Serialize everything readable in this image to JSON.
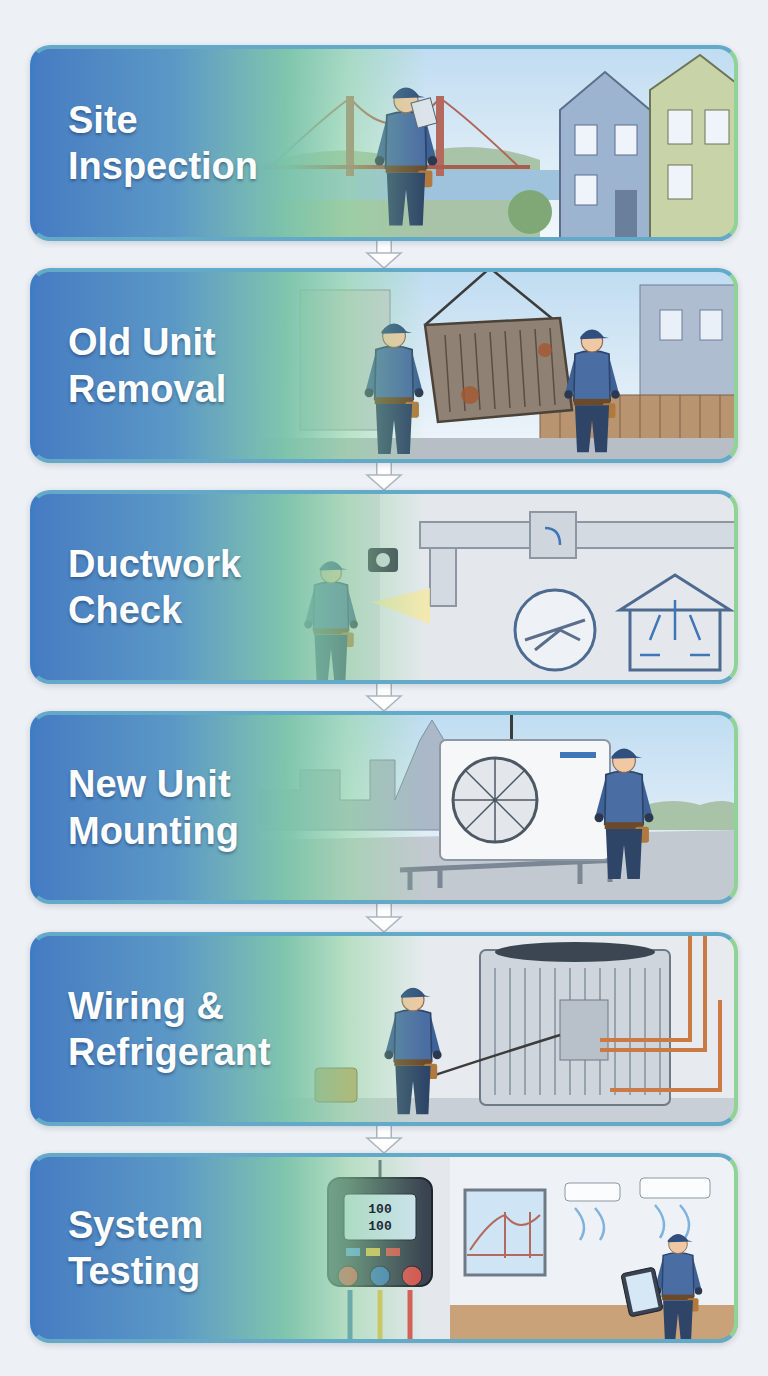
{
  "diagram": {
    "nodes": [
      {
        "text": [
          "Site Inspection"
        ]
      },
      {
        "text": [
          "Old Unit Removal"
        ]
      },
      {
        "text": [
          "Ductwork Check"
        ]
      },
      {
        "text": [
          "New Unit Mounting"
        ]
      },
      {
        "text": [
          "Wiring & Refrigerant"
        ]
      },
      {
        "text": [
          "System Testing"
        ]
      }
    ],
    "edges": [
      {
        "from": 0,
        "to": 1,
        "arrow": "to"
      },
      {
        "from": 1,
        "to": 2,
        "arrow": "to"
      },
      {
        "from": 2,
        "to": 3,
        "arrow": "to"
      },
      {
        "from": 3,
        "to": 4,
        "arrow": "to"
      },
      {
        "from": 4,
        "to": 5,
        "arrow": "to"
      }
    ],
    "labels": [
      "100",
      "100"
    ]
  }
}
